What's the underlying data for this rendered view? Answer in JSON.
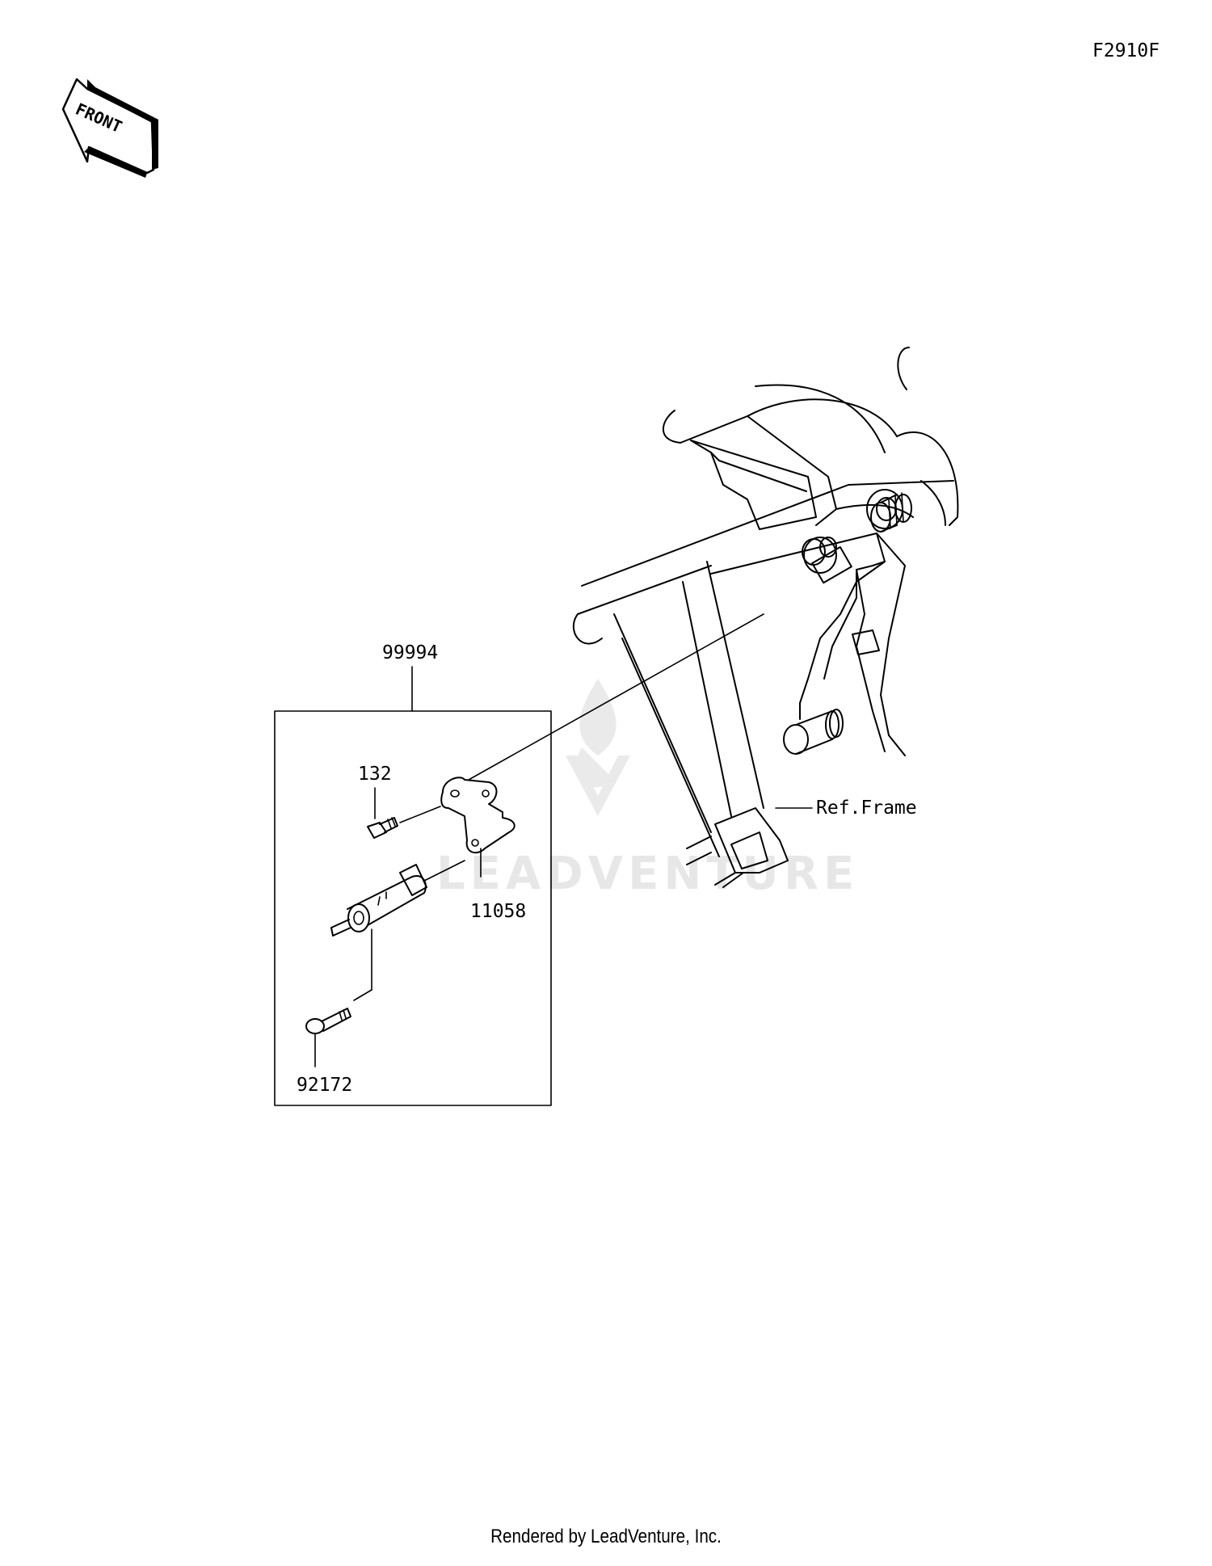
{
  "diagram_code": "F2910F",
  "front_arrow": {
    "text": "FRONT"
  },
  "callouts": {
    "assembly": "99994",
    "bolt": "132",
    "bracket": "11058",
    "screw": "92172",
    "frame_ref": "Ref.Frame"
  },
  "watermark": {
    "text": "LEADVENTURE",
    "icon": "flame-v-logo"
  },
  "footer": "Rendered by LeadVenture, Inc."
}
